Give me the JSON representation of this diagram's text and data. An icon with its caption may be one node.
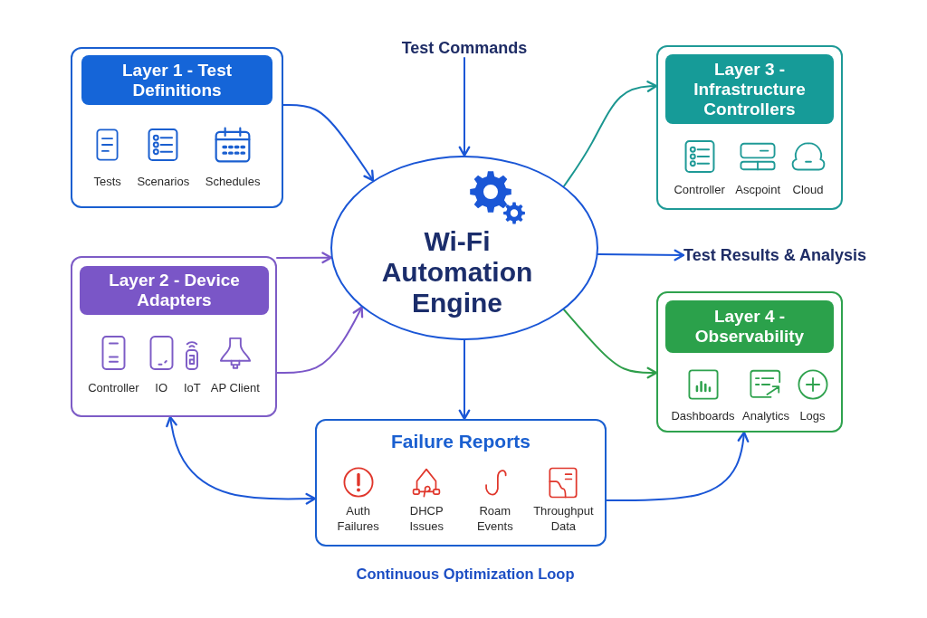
{
  "diagram": {
    "nodes": [
      {
        "text": [
          "Tests",
          "Scenarios",
          "Schedules"
        ]
      },
      {
        "text": [
          "Layer 1 - Test Definitions"
        ],
        "in": 0
      },
      {
        "text": [
          "Test Commands"
        ]
      },
      {
        "text": [
          "Controller",
          "Ascpoint",
          "Cloud"
        ]
      },
      {
        "text": [
          "Layer 3 - Infrastructure Controllers"
        ],
        "in": 3
      },
      {
        "text": [
          "Wi-Fi Automation Engine"
        ]
      },
      {
        "text": [
          "Test Results & Analysis"
        ]
      },
      {
        "text": [
          "Controller",
          "IO",
          "IoT",
          "AP Client"
        ]
      },
      {
        "text": [
          "Layer 2 - Device Adapters"
        ],
        "in": 7
      },
      {
        "text": [
          "Dashboards",
          "Analytics",
          "Logs"
        ]
      },
      {
        "text": [
          "Layer 4 - Observability"
        ],
        "in": 9
      },
      {
        "text": [
          "Failure Reports",
          "Auth Failures",
          "DHCP Issues",
          "Roam Events",
          "Throughput Data"
        ]
      }
    ],
    "edges": [
      {
        "from": 0,
        "to": 5,
        "arrow": "to"
      },
      {
        "from": 2,
        "to": 5,
        "arrow": "to"
      },
      {
        "from": 7,
        "to": 5,
        "arrow": "to",
        "color": "#7b57c8"
      },
      {
        "from": 7,
        "to": 5,
        "arrow": "to",
        "color": "#7b57c8"
      },
      {
        "from": 5,
        "to": 3,
        "arrow": "to",
        "color": "#1a9690"
      },
      {
        "from": 5,
        "to": 6,
        "arrow": "to"
      },
      {
        "from": 5,
        "to": 9,
        "arrow": "to",
        "color": "#2e9e4a"
      },
      {
        "from": 5,
        "to": 11,
        "arrow": "to"
      },
      {
        "from": 11,
        "to": 7,
        "arrow": "both"
      },
      {
        "from": 11,
        "to": 9,
        "arrow": "to"
      }
    ],
    "labels": [
      "Continuous Optimization Loop"
    ]
  }
}
